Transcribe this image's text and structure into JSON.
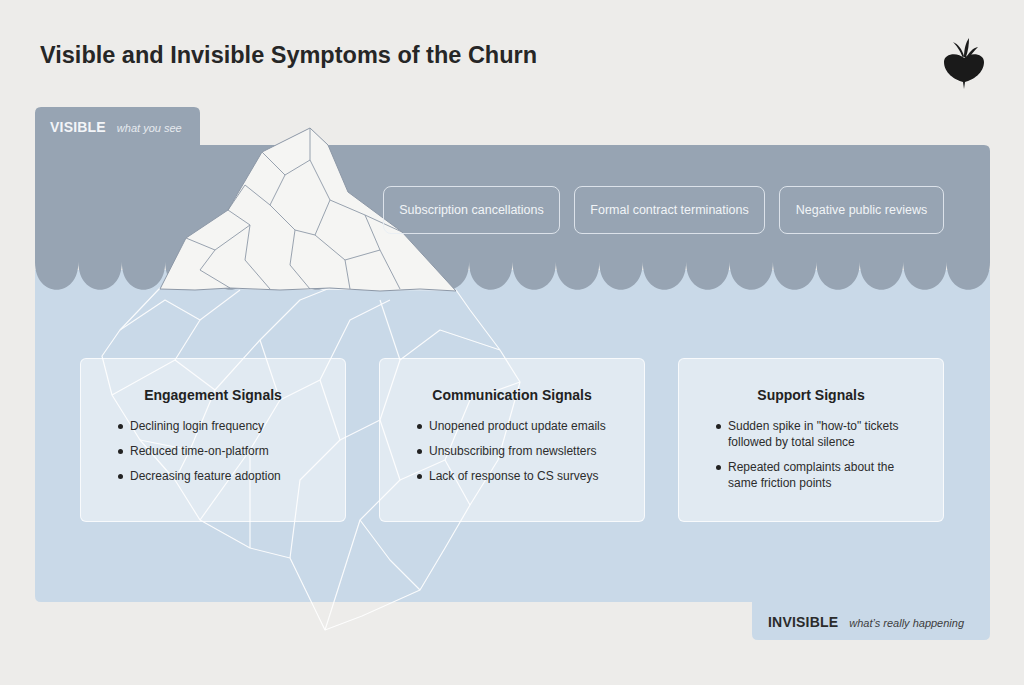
{
  "diagram": {
    "title": "Visible and Invisible Symptoms of the Churn",
    "nodes": [
      {
        "text": [
          "VISIBLE",
          "what you see"
        ]
      },
      {
        "text": [
          "Subscription cancellations"
        ],
        "in": 0
      },
      {
        "text": [
          "Formal contract terminations"
        ],
        "in": 0
      },
      {
        "text": [
          "Negative public reviews"
        ],
        "in": 0
      },
      {
        "text": [
          "INVISIBLE",
          "what’s really happening"
        ]
      },
      {
        "text": [
          "Engagement Signals",
          "Declining login frequency",
          "Reduced time-on-platform",
          "Decreasing feature adoption"
        ],
        "in": 4
      },
      {
        "text": [
          "Communication Signals",
          "Unopened product update emails",
          "Unsubscribing from newsletters",
          "Lack of response to CS surveys"
        ],
        "in": 4
      },
      {
        "text": [
          "Support Signals",
          "Sudden spike in \"how-to\" tickets followed by total silence",
          "Repeated complaints about the same friction points"
        ],
        "in": 4
      }
    ]
  }
}
